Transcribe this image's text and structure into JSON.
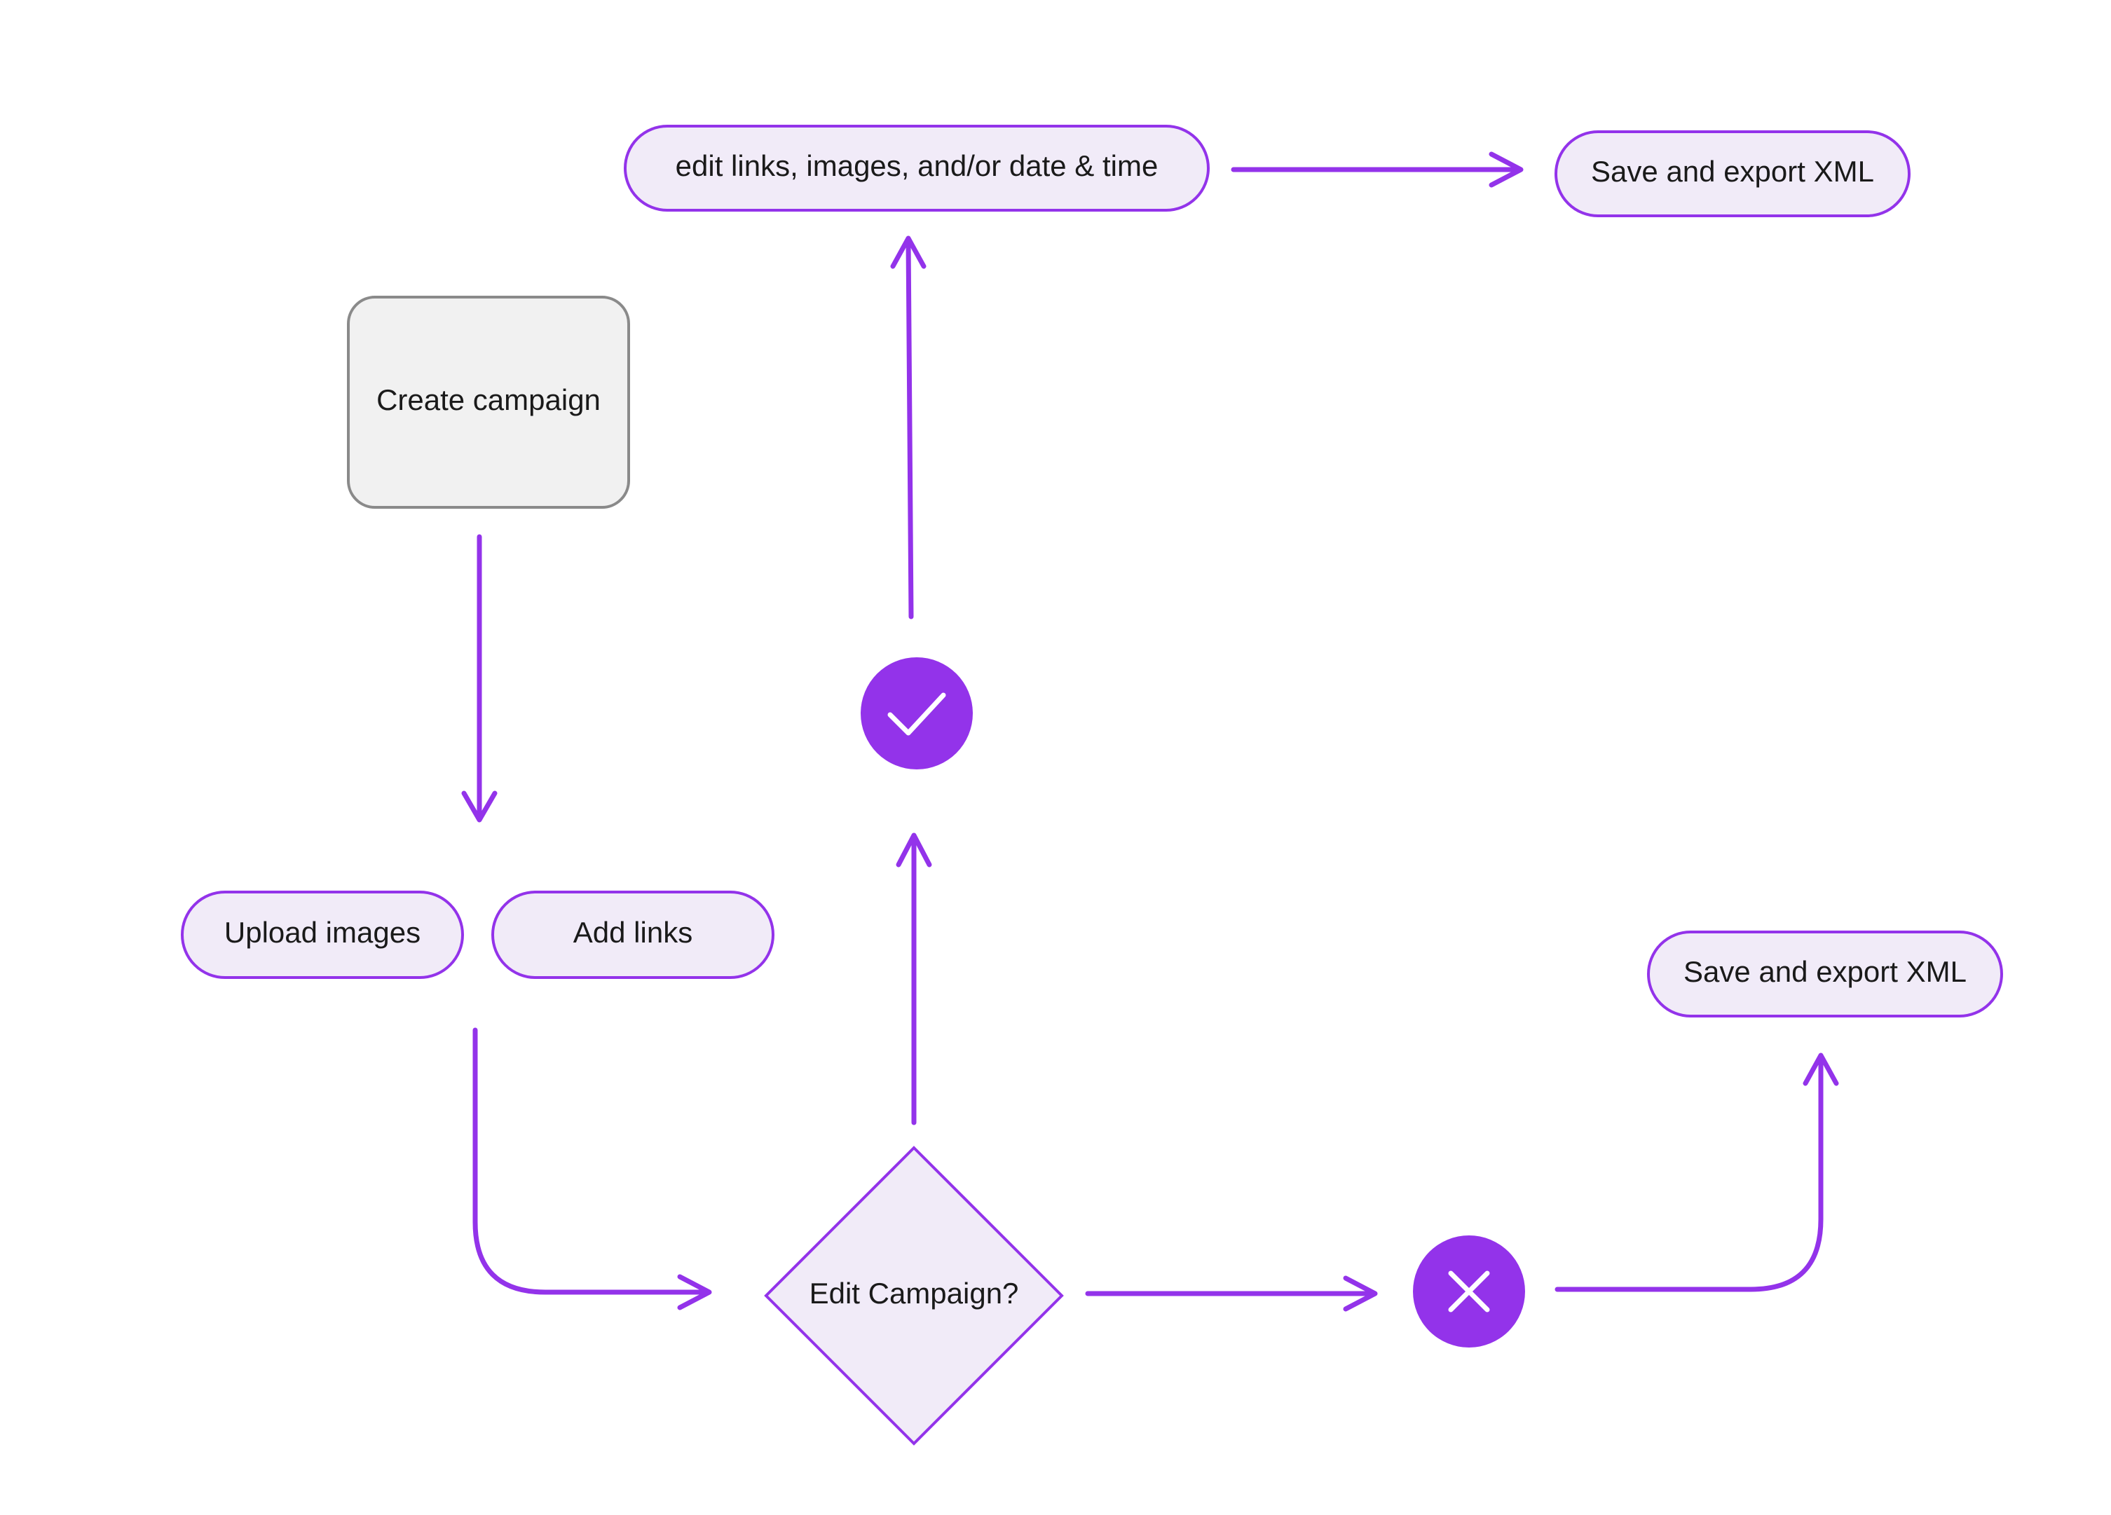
{
  "nodes": {
    "create_campaign": "Create campaign",
    "upload_images": "Upload images",
    "add_links": "Add links",
    "edit_campaign": "Edit Campaign?",
    "edit_details": "edit links, images, and/or date & time",
    "save_export_top": "Save and export XML",
    "save_export_bottom": "Save and export XML"
  },
  "icons": {
    "yes": "check-icon",
    "no": "close-icon"
  },
  "colors": {
    "accent": "#9333ea",
    "node_fill": "#f1ebf8",
    "start_fill": "#f1f1f1",
    "start_stroke": "#8a8a8a"
  }
}
